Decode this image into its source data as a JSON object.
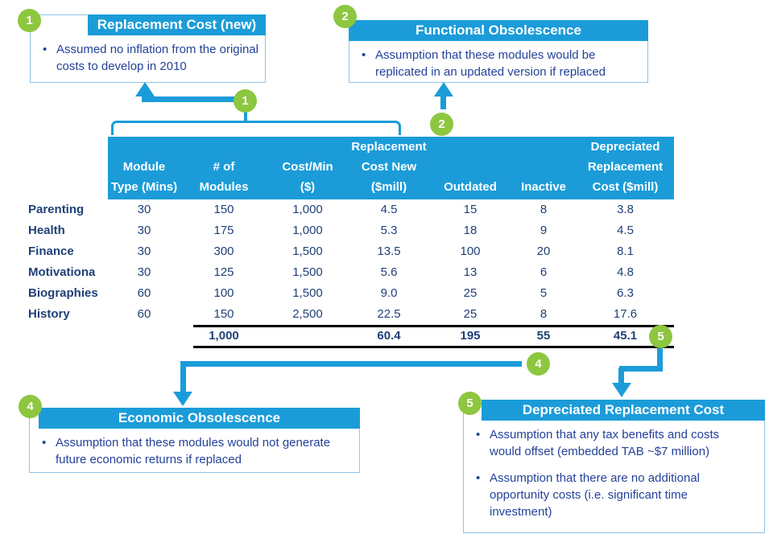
{
  "colors": {
    "accent_blue": "#1B9CD9",
    "badge_green": "#8DC63F",
    "table_text_navy": "#1F4077",
    "callout_text_blue": "#24429A",
    "box_border_blue": "#8FC3E9",
    "total_rule_black": "#000000"
  },
  "badges": {
    "box1": "1",
    "arrow1": "1",
    "box2": "2",
    "arrow2": "2",
    "box4": "4",
    "arrow4": "4",
    "box5": "5",
    "arrow5": "5"
  },
  "callouts": {
    "c1": {
      "title": "Replacement Cost (new)",
      "bullets": [
        "Assumed no inflation from the original costs to develop in 2010"
      ]
    },
    "c2": {
      "title": "Functional Obsolescence",
      "bullets": [
        "Assumption that these modules would be replicated in an updated version if replaced"
      ]
    },
    "c4": {
      "title": "Economic Obsolescence",
      "bullets": [
        "Assumption that these modules would not generate future economic returns if replaced"
      ]
    },
    "c5": {
      "title": "Depreciated Replacement Cost",
      "bullets": [
        "Assumption that any tax benefits and costs would offset  (embedded TAB ~$7 million)",
        "Assumption that there are no additional opportunity costs (i.e. significant time investment)"
      ]
    }
  },
  "table": {
    "columns": [
      {
        "lines": [
          "",
          "Module",
          "Type (Mins)"
        ]
      },
      {
        "lines": [
          "",
          "# of",
          "Modules"
        ]
      },
      {
        "lines": [
          "",
          "Cost/Min",
          "($)"
        ]
      },
      {
        "lines": [
          "Replacement",
          "Cost New",
          "($mill)"
        ]
      },
      {
        "lines": [
          "",
          "",
          "Outdated"
        ]
      },
      {
        "lines": [
          "",
          "",
          "Inactive"
        ]
      },
      {
        "lines": [
          "Depreciated",
          "Replacement",
          "Cost ($mill)"
        ]
      }
    ],
    "rows": [
      {
        "label": "Parenting",
        "values": [
          "30",
          "150",
          "1,000",
          "4.5",
          "15",
          "8",
          "3.8"
        ]
      },
      {
        "label": "Health",
        "values": [
          "30",
          "175",
          "1,000",
          "5.3",
          "18",
          "9",
          "4.5"
        ]
      },
      {
        "label": "Finance",
        "values": [
          "30",
          "300",
          "1,500",
          "13.5",
          "100",
          "20",
          "8.1"
        ]
      },
      {
        "label": "Motivationa",
        "values": [
          "30",
          "125",
          "1,500",
          "5.6",
          "13",
          "6",
          "4.8"
        ]
      },
      {
        "label": "Biographies",
        "values": [
          "60",
          "100",
          "1,500",
          "9.0",
          "25",
          "5",
          "6.3"
        ]
      },
      {
        "label": "History",
        "values": [
          "60",
          "150",
          "2,500",
          "22.5",
          "25",
          "8",
          "17.6"
        ]
      }
    ],
    "totals": [
      "",
      "1,000",
      "",
      "60.4",
      "195",
      "55",
      "45.1"
    ]
  }
}
